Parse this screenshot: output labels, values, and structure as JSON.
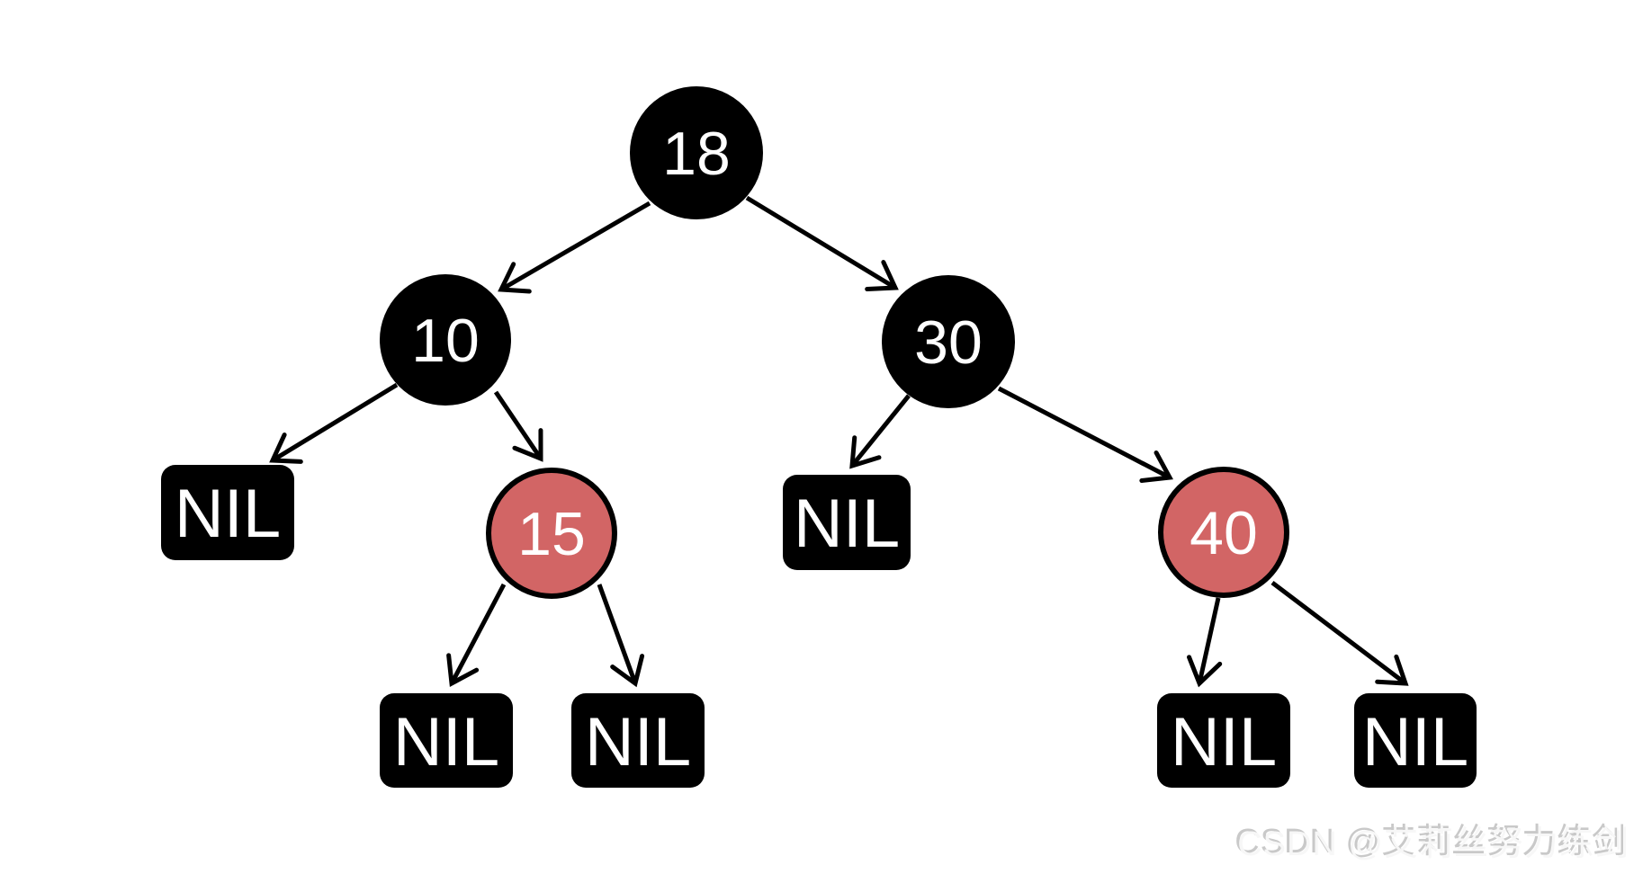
{
  "diagram": {
    "kind": "red-black-tree",
    "nodes": [
      {
        "id": "n18",
        "label": "18",
        "color": "black",
        "role": "root"
      },
      {
        "id": "n10",
        "label": "10",
        "color": "black",
        "role": "left-child-of-18"
      },
      {
        "id": "n30",
        "label": "30",
        "color": "black",
        "role": "right-child-of-18"
      },
      {
        "id": "n15",
        "label": "15",
        "color": "red",
        "role": "right-child-of-10"
      },
      {
        "id": "n40",
        "label": "40",
        "color": "red",
        "role": "right-child-of-30"
      }
    ],
    "nil_leaves": [
      {
        "id": "nil-10-left",
        "label": "NIL"
      },
      {
        "id": "nil-15-left",
        "label": "NIL"
      },
      {
        "id": "nil-15-right",
        "label": "NIL"
      },
      {
        "id": "nil-30-left",
        "label": "NIL"
      },
      {
        "id": "nil-40-left",
        "label": "NIL"
      },
      {
        "id": "nil-40-right",
        "label": "NIL"
      }
    ],
    "edges": [
      {
        "from": "n18",
        "to": "n10"
      },
      {
        "from": "n18",
        "to": "n30"
      },
      {
        "from": "n10",
        "to": "nil-10-left"
      },
      {
        "from": "n10",
        "to": "n15"
      },
      {
        "from": "n15",
        "to": "nil-15-left"
      },
      {
        "from": "n15",
        "to": "nil-15-right"
      },
      {
        "from": "n30",
        "to": "nil-30-left"
      },
      {
        "from": "n30",
        "to": "n40"
      },
      {
        "from": "n40",
        "to": "nil-40-left"
      },
      {
        "from": "n40",
        "to": "nil-40-right"
      }
    ]
  },
  "colors": {
    "background": "#ffffff",
    "black_node": "#000000",
    "red_node": "#d26565",
    "node_outline": "#000000",
    "node_text": "#ffffff",
    "edge": "#000000",
    "watermark_dark": "#c9c9c9",
    "watermark_light": "#f7f7f7"
  },
  "watermark": {
    "text": "CSDN @艾莉丝努力练剑"
  }
}
